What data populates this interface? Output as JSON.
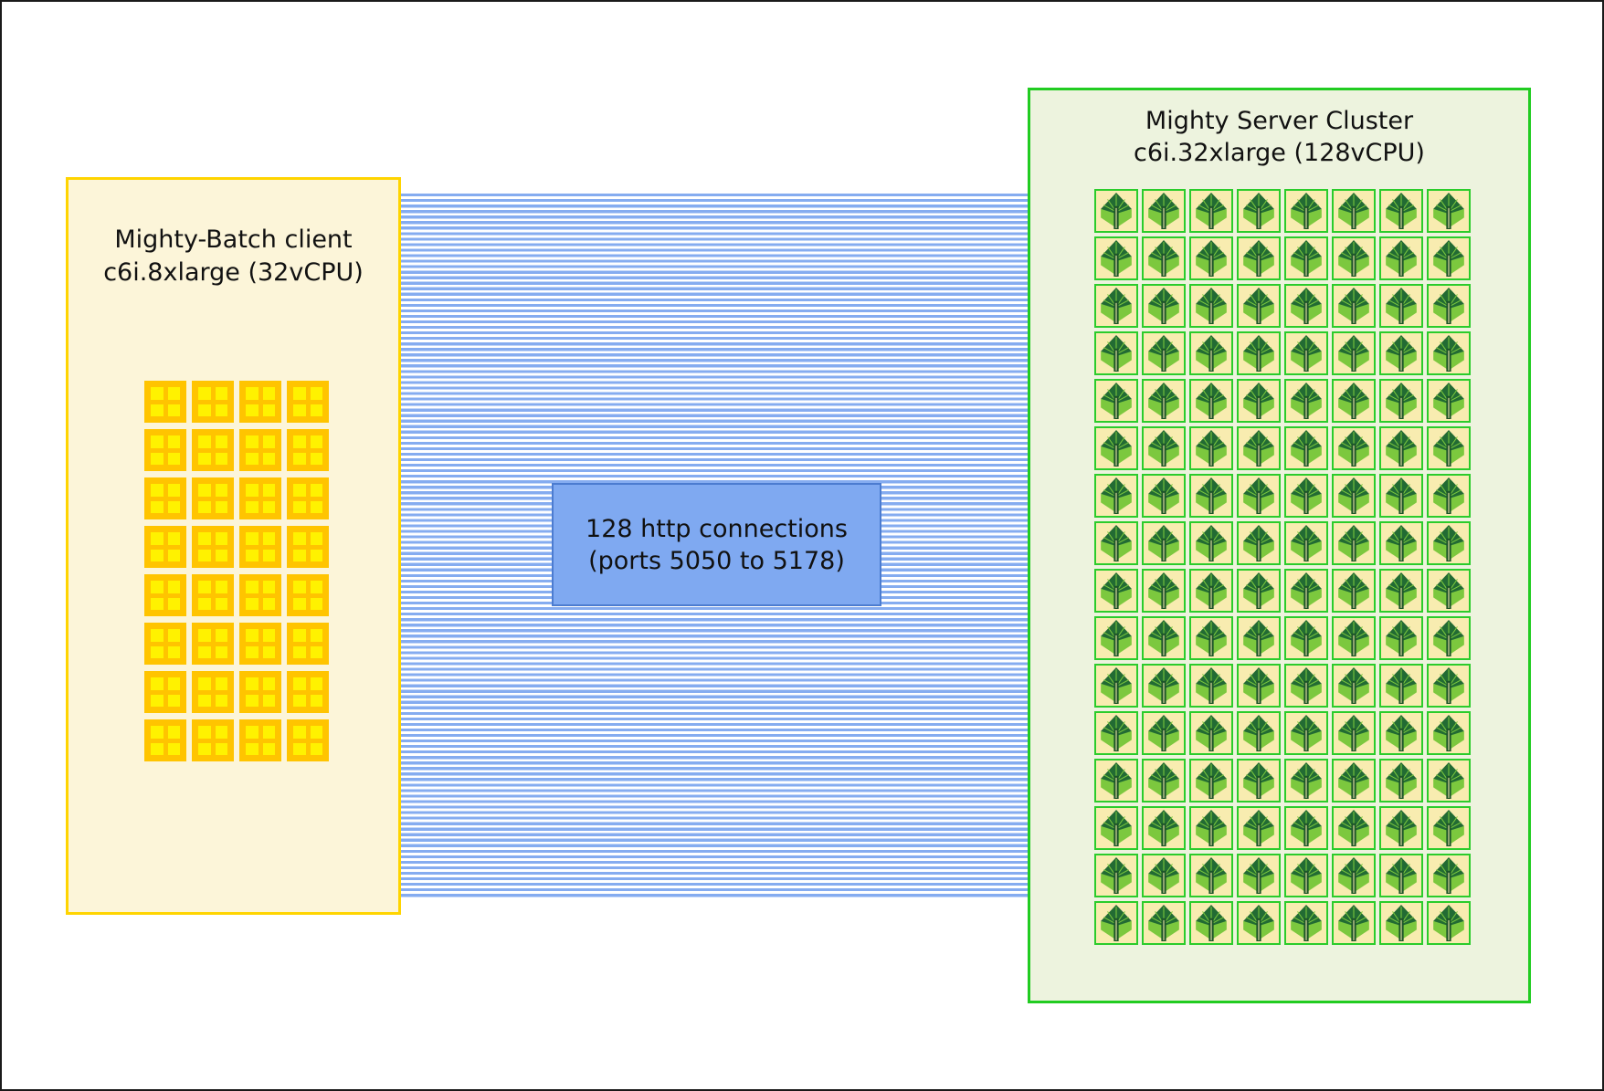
{
  "diagram": {
    "client": {
      "title_line1": "Mighty-Batch client",
      "title_line2": "c6i.8xlarge (32vCPU)",
      "cpu_count": 32,
      "grid_columns": 4,
      "fill_color": "#FCF5D9",
      "border_color": "#FFD400",
      "cpu_icon": {
        "name": "cpu-chip-icon",
        "frame_color": "#FFC400",
        "core_color": "#FFF200"
      }
    },
    "connections": {
      "label_line1": "128 http connections",
      "label_line2": "(ports 5050 to 5178)",
      "connection_count": 128,
      "line_color": "#85ACF0",
      "label_fill_color": "#7FA9F1",
      "label_border_color": "#4C7CD0"
    },
    "server": {
      "title_line1": "Mighty Server Cluster",
      "title_line2": "c6i.32xlarge (128vCPU)",
      "node_count": 128,
      "grid_columns": 8,
      "fill_color": "#EDF3DE",
      "border_color": "#21CC21",
      "node_icon": {
        "name": "mighty-tree-icon",
        "background_color": "#F8ECB0",
        "border_color": "#2BCC2B",
        "crown_color": "#226B33",
        "leaf_color": "#7CC83E",
        "trunk_color": "#1C5429"
      }
    }
  }
}
